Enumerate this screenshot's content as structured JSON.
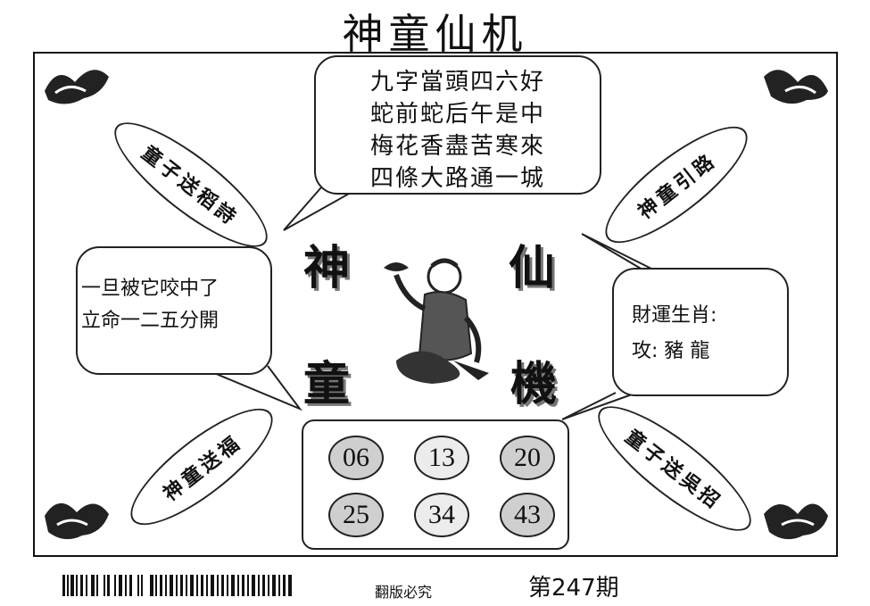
{
  "title": "神童仙机",
  "poem": [
    "九字當頭四六好",
    "蛇前蛇后午是中",
    "梅花香盡苦寒來",
    "四條大路通一城"
  ],
  "left_bubble": [
    "一旦被它咬中了",
    "立命一二五分開"
  ],
  "right_bubble": [
    "財運生肖:",
    "攻: 豬 龍"
  ],
  "center_chars": [
    "神",
    "仙",
    "童",
    "機"
  ],
  "numbers": [
    "06",
    "13",
    "20",
    "25",
    "34",
    "43"
  ],
  "ovals": {
    "top_left": "童子送稻詩",
    "top_right": "神童引路",
    "bottom_left": "神童送福",
    "bottom_right": "童子送吳招"
  },
  "footer": {
    "copyright": "翻版必究",
    "issue": "第247期"
  },
  "colors": {
    "ink": "#111111",
    "ball_dark": "#cfcfcf",
    "ball_light": "#ececec"
  }
}
